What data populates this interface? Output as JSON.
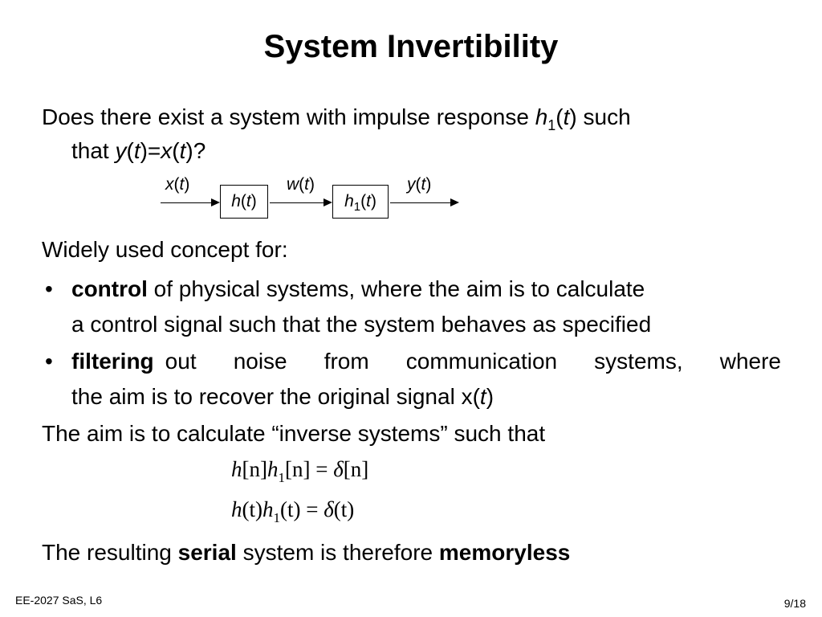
{
  "slide": {
    "title": "System Invertibility",
    "question": {
      "part1": "Does there exist a system with impulse response ",
      "h": "h",
      "sub1": "1",
      "paren_open": "(",
      "t": "t",
      "paren_close": ")",
      "part2": " such",
      "line2_that": "that ",
      "y": "y",
      "eq": "=",
      "x": "x",
      "q": "?"
    },
    "diagram": {
      "input_label": {
        "sym": "x",
        "arg": "t"
      },
      "mid_label": {
        "sym": "w",
        "arg": "t"
      },
      "output_label": {
        "sym": "y",
        "arg": "t"
      },
      "box1": {
        "sym": "h",
        "arg": "t"
      },
      "box2": {
        "sym": "h",
        "sub": "1",
        "arg": "t"
      }
    },
    "concept_intro": "Widely used concept for:",
    "bullets": [
      {
        "marker": "•",
        "keyword": "control",
        "line1_rest": " of physical systems, where the aim is to calculate",
        "line2": "a control signal such that the system behaves as specified"
      },
      {
        "marker": "•",
        "keyword": "filtering",
        "line1_rest": " out noise from communication systems, where",
        "line2_pre": "the aim is to recover the original signal x(",
        "line2_t": "t",
        "line2_post": ")"
      }
    ],
    "aim_text": "The aim is to calculate “inverse systems” such that",
    "equations": [
      {
        "a": "h",
        "b": "[n]",
        "c": "h",
        "sub": "1",
        "d": "[n]",
        "e": " = ",
        "f": "δ",
        "g": "[n]"
      },
      {
        "a": "h",
        "b": "(t)",
        "c": "h",
        "sub": "1",
        "d": "(t)",
        "e": " = ",
        "f": "δ",
        "g": "(t)"
      }
    ],
    "conclusion": {
      "pre": "The resulting ",
      "bold1": "serial",
      "mid": " system is therefore ",
      "bold2": "memoryless"
    },
    "footer": {
      "left": "EE-2027 SaS, L6",
      "right": "9/18"
    }
  }
}
